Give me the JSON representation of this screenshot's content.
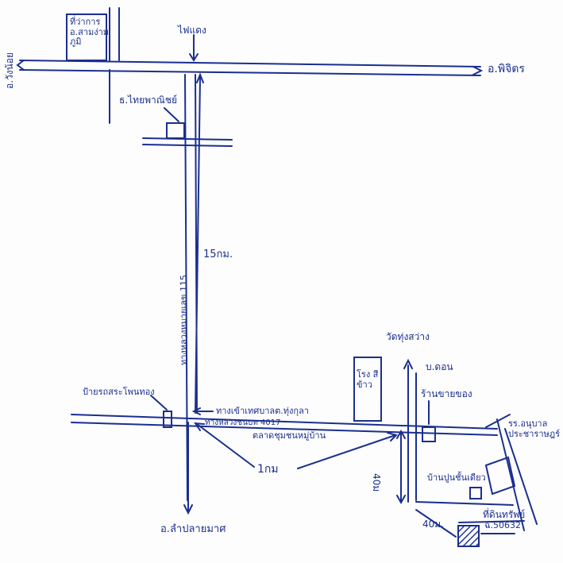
{
  "colors": {
    "ink": "#1b2f8f",
    "paper": "#fdfdfd",
    "hatch": "#1b2f8f"
  },
  "labels": {
    "left_district": "อ.วังน้อย",
    "top_right_district": "อ.พิจิตร",
    "top_junction": "ไฟแดง",
    "office_box": "ที่ว่าการ อ.สามง่าม ภูมิ",
    "bank": "ธ.ไทยพาณิชย์",
    "main_road_vertical": "ทางหลวงหมายเลข 115",
    "distance_vertical_km": "15กม.",
    "bus_stop": "ป้ายรถสระโพนทอง",
    "turn_junction": "ทางเข้าเทศบาลต.ทุ่งกุลา",
    "local_road": "ทางหลวงชนบท 4017",
    "market_area": "ตลาดชุมชนหมู่บ้าน",
    "distance_lower_km": "1กม",
    "temple": "วัดทุ่งสว่าง",
    "shop_top": "บ.ดอน",
    "school_box": "โรง สีข้าว",
    "store": "ร้านขายของ",
    "school_right": "รร.อนุบาล ประชาราษฎร์",
    "house": "บ้านปูนชั้นเดียว",
    "distance_40m_vertical": "40ม",
    "distance_40m_horizontal": "40ม.",
    "property": "ที่ดินทรัพย์",
    "property_id": "ฉ.50632",
    "bottom_district": "อ.ลำปลายมาศ"
  }
}
